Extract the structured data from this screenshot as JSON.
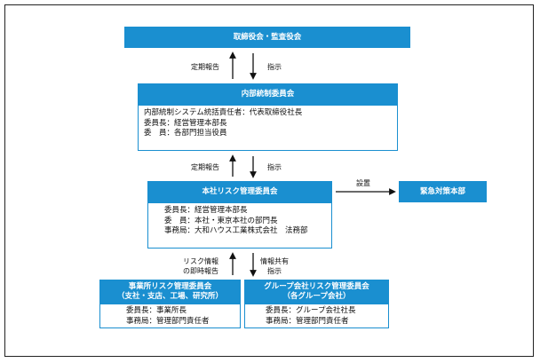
{
  "board": {
    "title": "取締役会・監査役会"
  },
  "internal_control": {
    "title": "内部統制委員会",
    "lines": [
      "内部統制システム統括責任者：代表取締役社長",
      "委員長：経営管理本部長",
      "委　員：各部門担当役員"
    ]
  },
  "risk_committee": {
    "title": "本社リスク管理委員会",
    "lines": [
      "委員長：経営管理本部長",
      "委　員：本社・東京本社の部門長",
      "事務局：大和ハウス工業株式会社　法務部"
    ]
  },
  "emergency": {
    "title": "緊急対策本部"
  },
  "office_committee": {
    "title_line1": "事業所リスク管理委員会",
    "title_line2": "（支社・支店、工場、研究所）",
    "lines": [
      "委員長：事業所長",
      "事務局：管理部門責任者"
    ]
  },
  "group_committee": {
    "title_line1": "グループ会社リスク管理委員会",
    "title_line2": "（各グループ会社）",
    "lines": [
      "委員長：グループ会社社長",
      "事務局：管理部門責任者"
    ]
  },
  "arrow_labels": {
    "report_1": "定期報告",
    "instruct_1": "指示",
    "report_2": "定期報告",
    "instruct_2": "指示",
    "setup": "設置",
    "risk_info_line1": "リスク情報",
    "risk_info_line2": "の即時報告",
    "share_line1": "情報共有",
    "share_line2": "指示"
  },
  "colors": {
    "header_blue": "#1a8fd0"
  }
}
